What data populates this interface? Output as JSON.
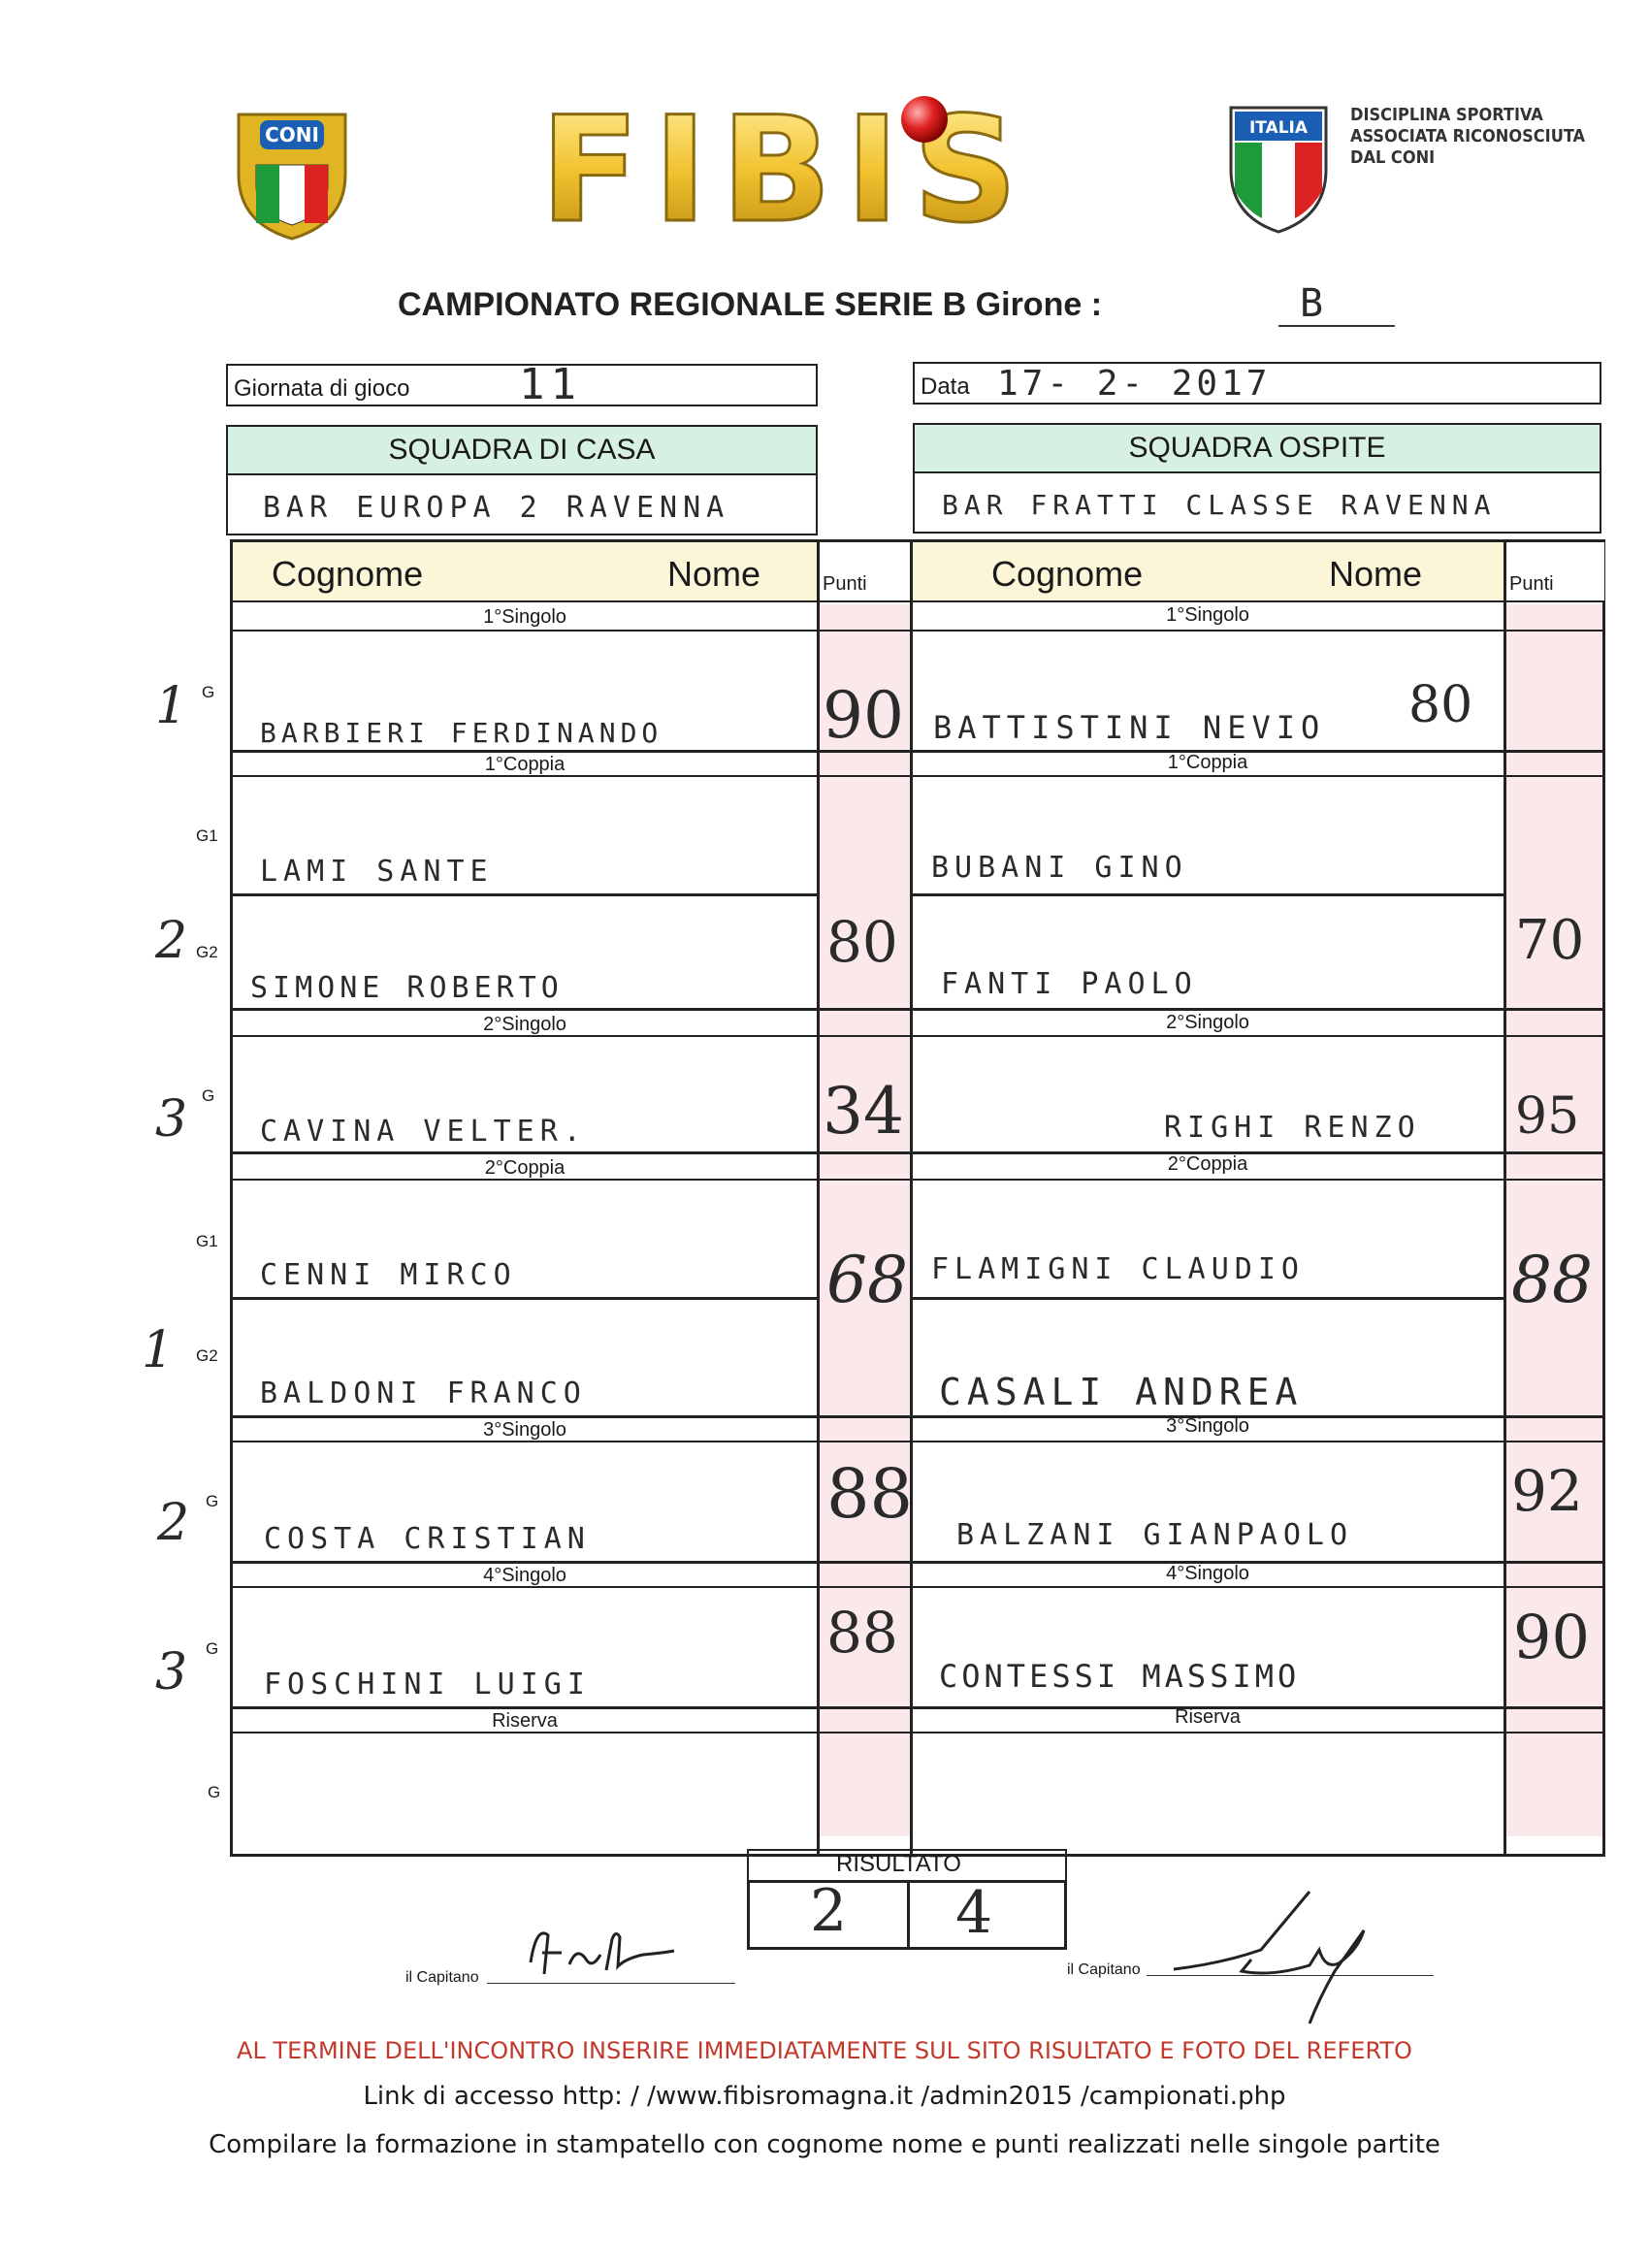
{
  "header": {
    "logo_coni_text": "CONI",
    "logo_fibis_text": "FIBIS",
    "logo_italia_text": "ITALIA",
    "discipline_lines": [
      "DISCIPLINA SPORTIVA",
      "ASSOCIATA RICONOSCIUTA",
      "DAL CONI"
    ]
  },
  "title": "CAMPIONATO REGIONALE  SERIE B Girone :",
  "girone_value": "B",
  "giornata": {
    "label": "Giornata di gioco",
    "value": "11"
  },
  "data": {
    "label": "Data",
    "value": "17- 2- 2017"
  },
  "home": {
    "header": "SQUADRA DI CASA",
    "team_name": "BAR EUROPA 2 RAVENNA",
    "col_cognome": "Cognome",
    "col_nome": "Nome",
    "col_punti": "Punti"
  },
  "away": {
    "header": "SQUADRA OSPITE",
    "team_name": "BAR FRATTI CLASSE RAVENNA",
    "col_cognome": "Cognome",
    "col_nome": "Nome",
    "col_punti": "Punti"
  },
  "sections": {
    "s1": "1°Singolo",
    "c1": "1°Coppia",
    "s2": "2°Singolo",
    "c2": "2°Coppia",
    "s3": "3°Singolo",
    "s4": "4°Singolo",
    "riserva": "Riserva"
  },
  "row_marks": {
    "g": "G",
    "g1": "G1",
    "g2": "G2"
  },
  "match_numbers": [
    "1",
    "2",
    "3",
    "1",
    "2",
    "3"
  ],
  "matches": {
    "s1": {
      "home_player": "BARBIERI FERDINANDO",
      "home_points": "90",
      "away_player": "BATTISTINI NEVIO",
      "away_points": "80"
    },
    "c1": {
      "home_players": [
        "LAMI SANTE",
        "SIMONE ROBERTO"
      ],
      "home_points": "80",
      "away_players": [
        "BUBANI GINO",
        "FANTI PAOLO"
      ],
      "away_points": "70"
    },
    "s2": {
      "home_player": "CAVINA VELTER.",
      "home_points": "34",
      "away_player": "RIGHI RENZO",
      "away_points": "95"
    },
    "c2": {
      "home_players": [
        "CENNI MIRCO",
        "BALDONI FRANCO"
      ],
      "home_points": "68",
      "away_players": [
        "FLAMIGNI CLAUDIO",
        "CASALI ANDREA"
      ],
      "away_points": "88"
    },
    "s3": {
      "home_player": "COSTA CRISTIAN",
      "home_points": "88",
      "away_player": "BALZANI GIANPAOLO",
      "away_points": "92"
    },
    "s4": {
      "home_player": "FOSCHINI LUIGI",
      "home_points": "88",
      "away_player": "CONTESSI MASSIMO",
      "away_points": "90"
    }
  },
  "risultato": {
    "label": "RISULTATO",
    "home": "2",
    "away": "4"
  },
  "captain_label": "il Capitano",
  "footer": {
    "warning": "AL TERMINE DELL'INCONTRO INSERIRE  IMMEDIATAMENTE SUL SITO RISULTATO E FOTO DEL REFERTO",
    "link": "Link di accesso http: / /www.fibisromagna.it /admin2015 /campionati.php",
    "instructions": "Compilare la formazione in stampatello con cognome nome e punti realizzati nelle singole partite"
  }
}
